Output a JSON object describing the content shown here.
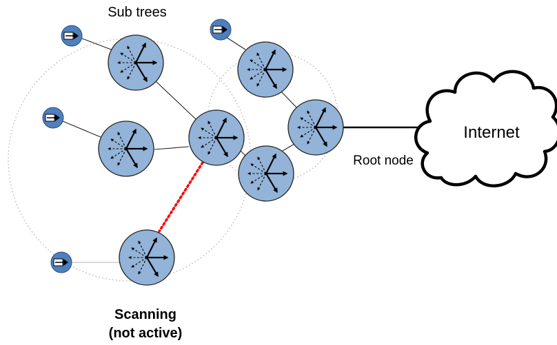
{
  "labels": {
    "subtrees": "Sub trees",
    "internet": "Internet",
    "root_node": "Root node",
    "scanning_line1": "Scanning",
    "scanning_line2": "(not active)"
  },
  "colors": {
    "node_fill": "#93b3d8",
    "device_fill": "#4f7fbd",
    "scan_link": "#ff0000",
    "dotted_circle": "#b5b5b5"
  },
  "icons": {
    "node": "mesh-node-icon",
    "device": "device-arrow-icon",
    "cloud": "cloud-icon"
  }
}
